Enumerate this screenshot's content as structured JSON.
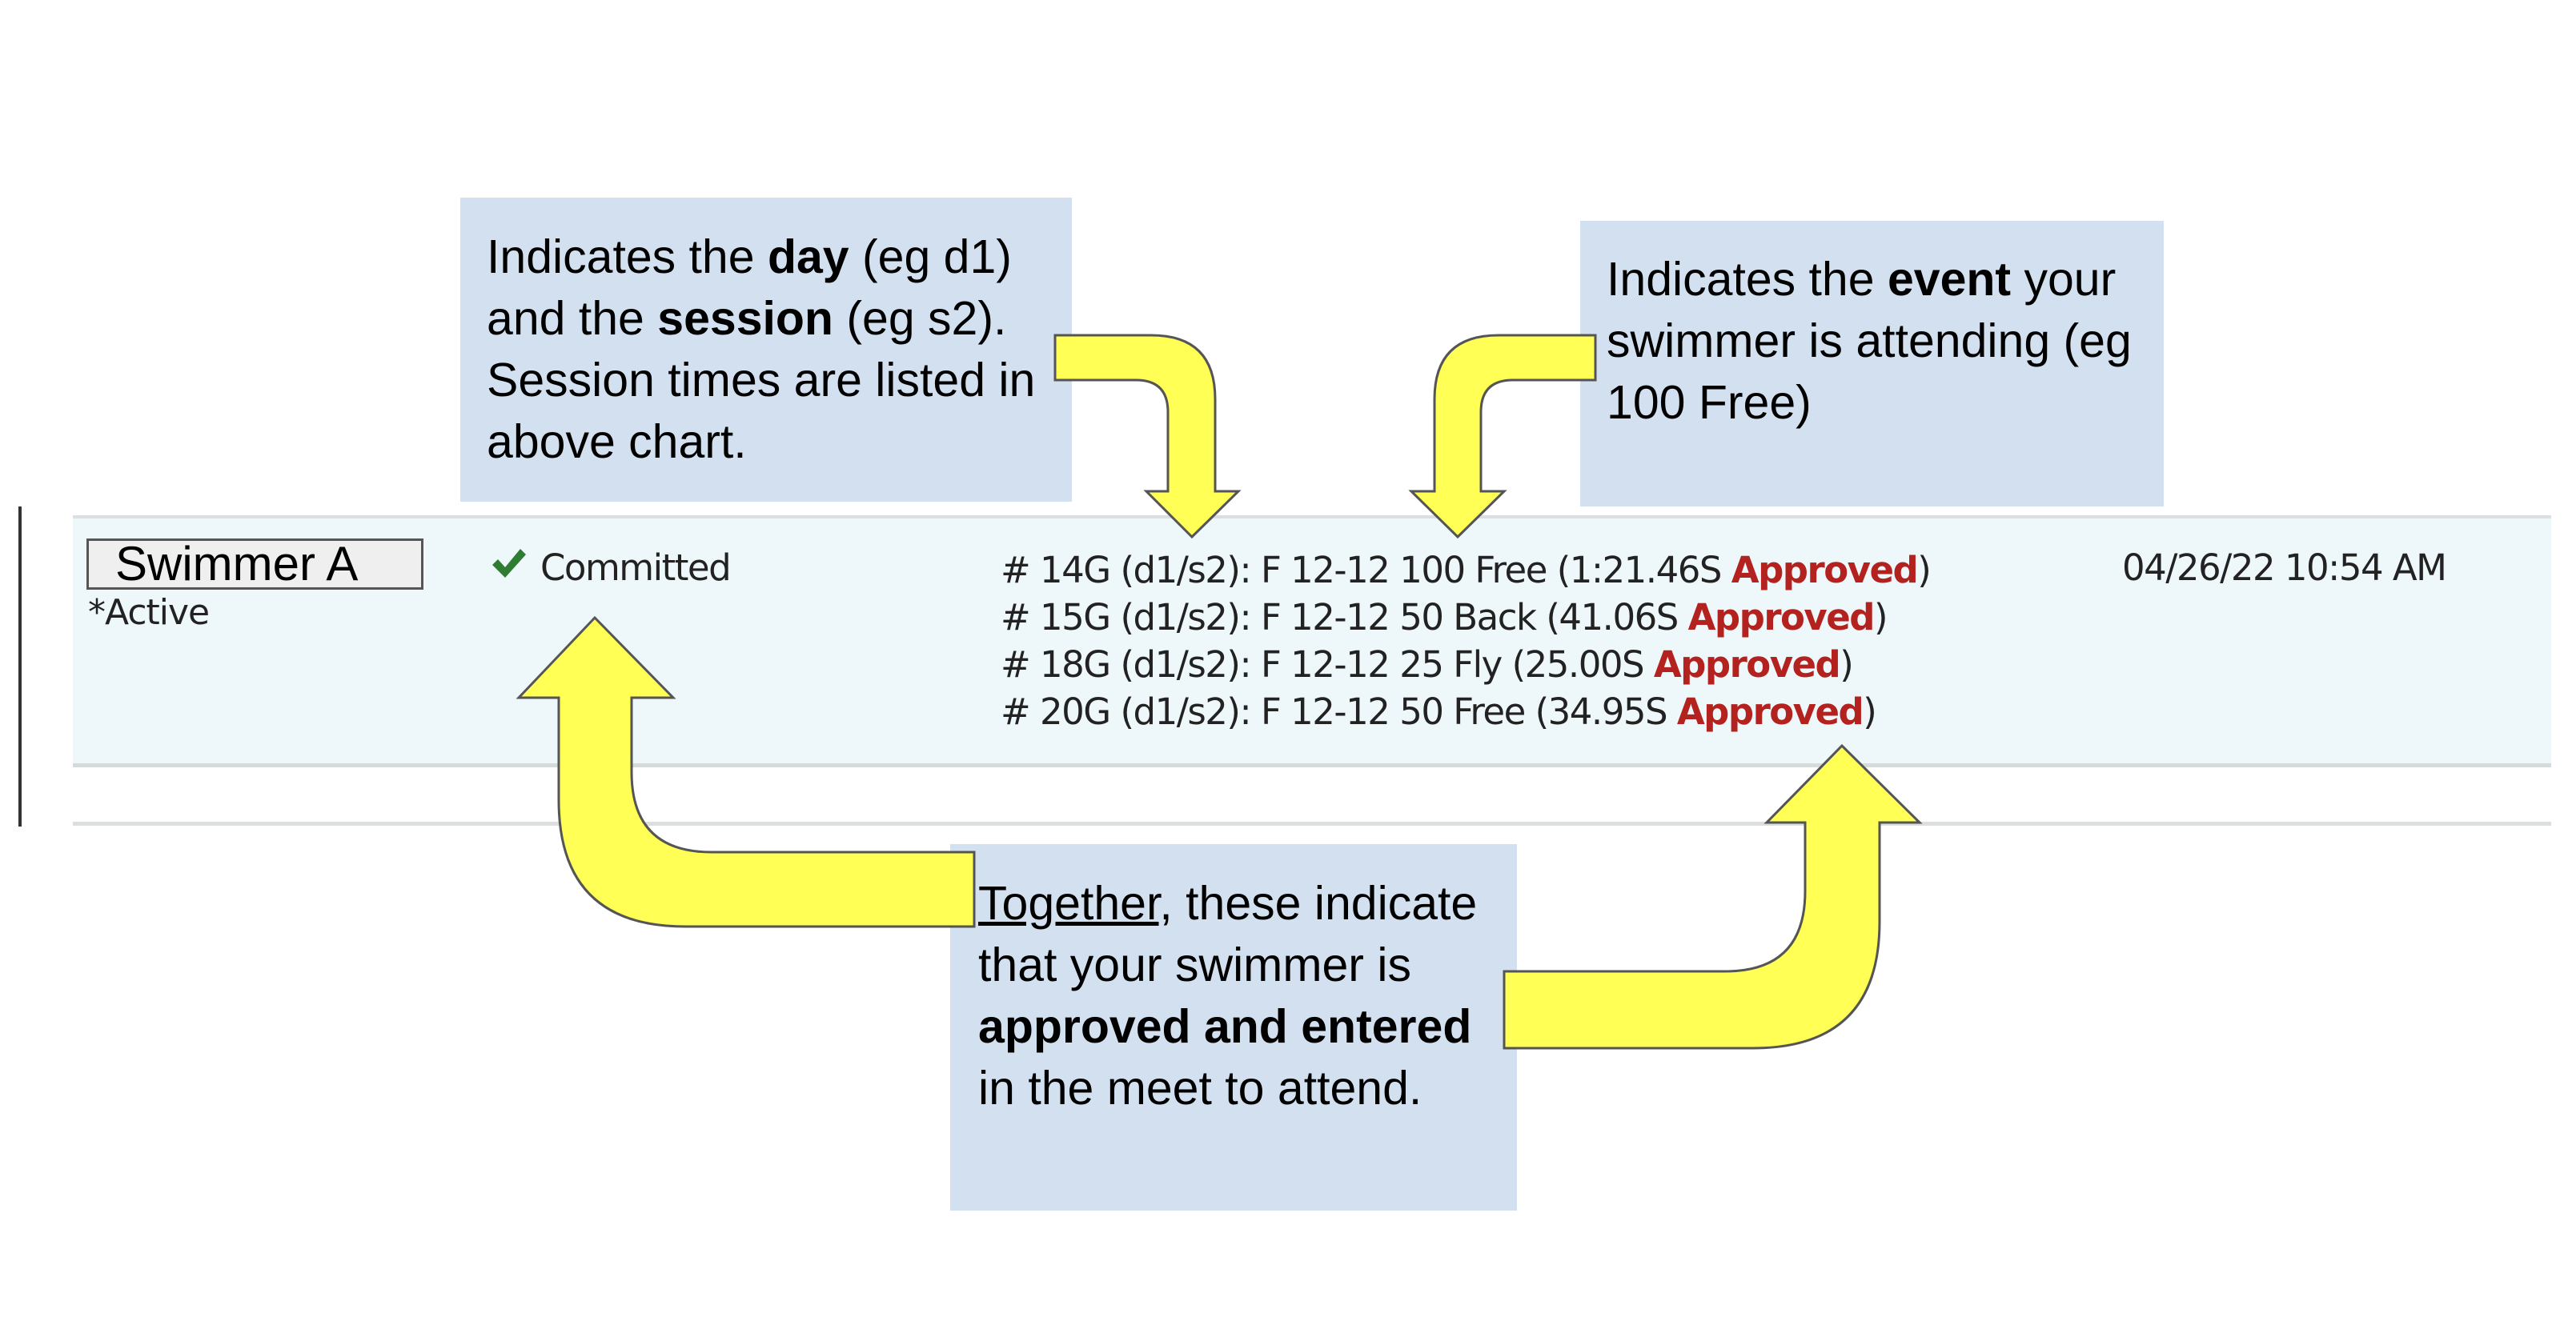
{
  "entry_row": {
    "swimmer_name": "Swimmer A",
    "swimmer_status": "*Active",
    "commit_icon": "check-icon",
    "commit_status": "Committed",
    "events": [
      {
        "prefix": "# 14G (d1/s2): F 12-12 100 Free (1:21.46S ",
        "status": "Approved",
        "suffix": ")"
      },
      {
        "prefix": "# 15G (d1/s2): F 12-12 50 Back (41.06S ",
        "status": "Approved",
        "suffix": ")"
      },
      {
        "prefix": "# 18G (d1/s2): F 12-12 25 Fly (25.00S ",
        "status": "Approved",
        "suffix": ")"
      },
      {
        "prefix": "# 20G (d1/s2): F 12-12 50 Free (34.95S ",
        "status": "Approved",
        "suffix": ")"
      }
    ],
    "timestamp": "04/26/22 10:54 AM"
  },
  "callouts": {
    "day_session": {
      "t1": "Indicates the ",
      "b1": "day",
      "t2": " (eg d1) and the ",
      "b2": "session",
      "t3": " (eg s2).  Session times are listed in above chart."
    },
    "event": {
      "t1": "Indicates the ",
      "b1": "event",
      "t2": " your swimmer is attending (eg 100 Free)"
    },
    "together": {
      "u1": "Together,",
      "t1": " these indicate that your swimmer is ",
      "b1": "approved and entered",
      "t2": " in the meet to attend."
    }
  },
  "colors": {
    "approved": "#b3221e",
    "check": "#2e7d32",
    "callout_bg": "#d3e0ef",
    "arrow_fill": "#ffff55",
    "row_bg": "#eef7fa"
  }
}
